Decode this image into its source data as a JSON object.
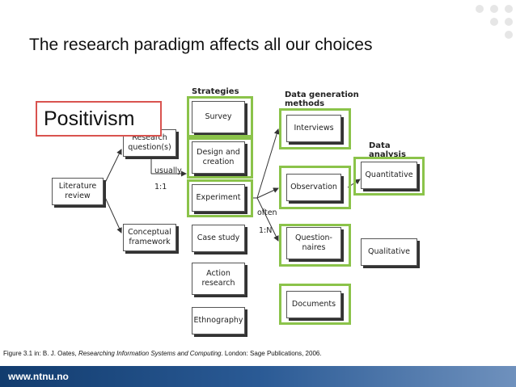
{
  "title": "The research paradigm affects all our choices",
  "positivism_label": "Positivism",
  "headers": {
    "strategies": "Strategies",
    "data_generation": "Data generation\nmethods",
    "data_analysis": "Data\nanalysis"
  },
  "boxes": {
    "literature_review": "Literature\nreview",
    "research_questions": "Research\nquestion(s)",
    "conceptual_framework": "Conceptual\nframework",
    "survey": "Survey",
    "design_creation": "Design and\ncreation",
    "experiment": "Experiment",
    "case_study": "Case study",
    "action_research": "Action\nresearch",
    "ethnography": "Ethnography",
    "interviews": "Interviews",
    "observation": "Observation",
    "questionnaires": "Question-\nnaires",
    "documents": "Documents",
    "quantitative": "Quantitative",
    "qualitative": "Qualitative"
  },
  "labels": {
    "usually": "usually",
    "one_to_one": "1:1",
    "often": "often",
    "one_to_n": "1:N"
  },
  "caption": {
    "prefix": "Figure 3.1 in: B. J. Oates, ",
    "book": "Researching Information Systems and Computing",
    "suffix": ". London: Sage Publications, 2006."
  },
  "footer_url": "www.ntnu.no",
  "colors": {
    "highlight": "#8bc34a",
    "positivism_border": "#d9534f",
    "footer": "#1f4e85"
  }
}
